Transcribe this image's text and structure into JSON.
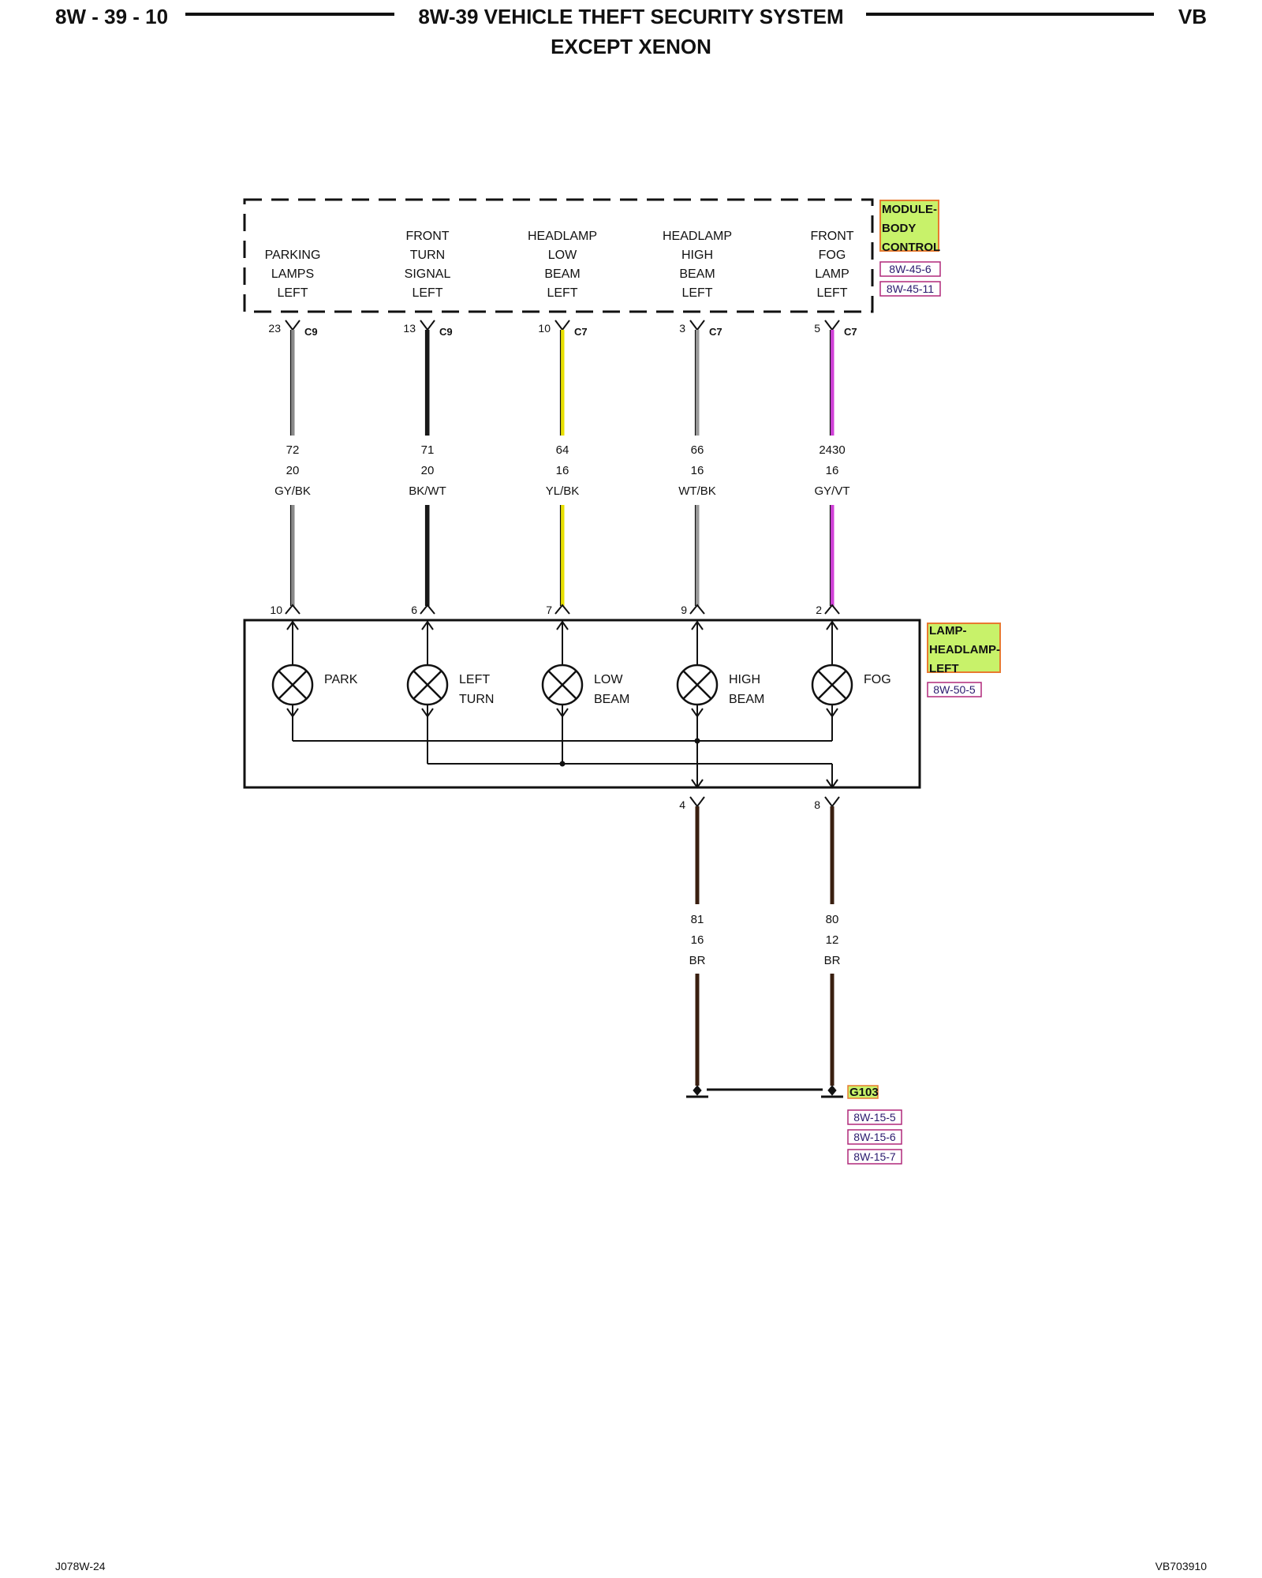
{
  "header": {
    "page_id": "8W - 39 - 10",
    "title_line1": "8W-39 VEHICLE THEFT SECURITY SYSTEM",
    "title_line2": "EXCEPT XENON",
    "code": "VB"
  },
  "module": {
    "name_lines": [
      "MODULE-",
      "BODY",
      "CONTROL"
    ],
    "refs": [
      "8W-45-6",
      "8W-45-11"
    ],
    "outputs": [
      {
        "lines": [
          "PARKING",
          "LAMPS",
          "LEFT"
        ],
        "pin": "23",
        "connector": "C9"
      },
      {
        "lines": [
          "FRONT",
          "TURN",
          "SIGNAL",
          "LEFT"
        ],
        "pin": "13",
        "connector": "C9"
      },
      {
        "lines": [
          "HEADLAMP",
          "LOW",
          "BEAM",
          "LEFT"
        ],
        "pin": "10",
        "connector": "C7"
      },
      {
        "lines": [
          "HEADLAMP",
          "HIGH",
          "BEAM",
          "LEFT"
        ],
        "pin": "3",
        "connector": "C7"
      },
      {
        "lines": [
          "FRONT",
          "FOG",
          "LAMP",
          "LEFT"
        ],
        "pin": "5",
        "connector": "C7"
      }
    ]
  },
  "wires": [
    {
      "circuit": "72",
      "gauge": "20",
      "color": "GY/BK",
      "stroke": "#8a8a8a"
    },
    {
      "circuit": "71",
      "gauge": "20",
      "color": "BK/WT",
      "stroke": "#1a1a1a"
    },
    {
      "circuit": "64",
      "gauge": "16",
      "color": "YL/BK",
      "stroke": "#e8e000"
    },
    {
      "circuit": "66",
      "gauge": "16",
      "color": "WT/BK",
      "stroke": "#9a9a9a"
    },
    {
      "circuit": "2430",
      "gauge": "16",
      "color": "GY/VT",
      "stroke": "#d040d8"
    }
  ],
  "lamp": {
    "name_lines": [
      "LAMP-",
      "HEADLAMP-",
      "LEFT"
    ],
    "refs": [
      "8W-50-5"
    ],
    "input_pins": [
      "10",
      "6",
      "7",
      "9",
      "2"
    ],
    "bulbs": [
      {
        "lines": [
          "PARK"
        ]
      },
      {
        "lines": [
          "LEFT",
          "TURN"
        ]
      },
      {
        "lines": [
          "LOW",
          "BEAM"
        ]
      },
      {
        "lines": [
          "HIGH",
          "BEAM"
        ]
      },
      {
        "lines": [
          "FOG"
        ]
      }
    ],
    "ground_pins": [
      "4",
      "8"
    ]
  },
  "ground_wires": [
    {
      "circuit": "81",
      "gauge": "16",
      "color": "BR",
      "stroke": "#3a1f10"
    },
    {
      "circuit": "80",
      "gauge": "12",
      "color": "BR",
      "stroke": "#3a1f10"
    }
  ],
  "ground": {
    "name": "G103",
    "refs": [
      "8W-15-5",
      "8W-15-6",
      "8W-15-7"
    ]
  },
  "colors": {
    "component_label_bg": "#c8f26a",
    "component_label_border": "#e87a30",
    "ref_border": "#b0287a"
  },
  "footer": {
    "left": "J078W-24",
    "right": "VB703910"
  }
}
